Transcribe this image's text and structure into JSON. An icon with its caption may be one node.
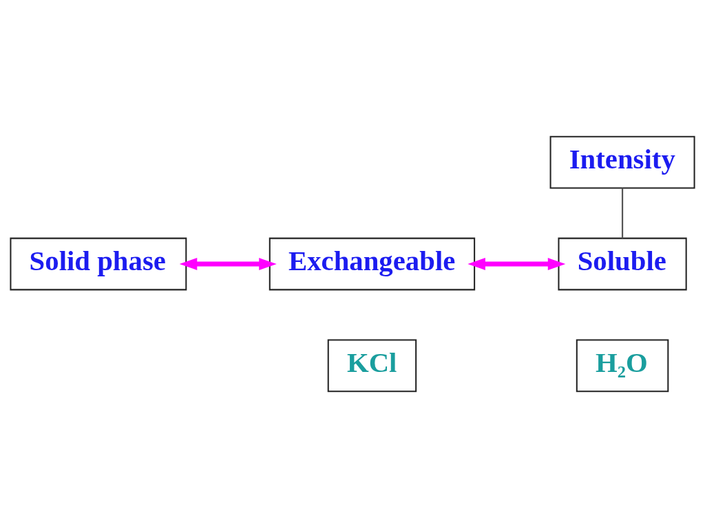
{
  "diagram": {
    "nodes": [
      {
        "text": [
          "Intensity"
        ]
      },
      {
        "text": [
          "Solid phase"
        ]
      },
      {
        "text": [
          "Exchangeable"
        ]
      },
      {
        "text": [
          "Soluble"
        ]
      },
      {
        "text": [
          "KCl"
        ]
      },
      {
        "text": [
          "H₂O"
        ]
      }
    ],
    "edges": [
      {
        "from": 1,
        "to": 2,
        "arrow": "both"
      },
      {
        "from": 2,
        "to": 3,
        "arrow": "both"
      },
      {
        "from": 0,
        "to": 3,
        "arrow": "none",
        "color": "#555555"
      }
    ]
  }
}
